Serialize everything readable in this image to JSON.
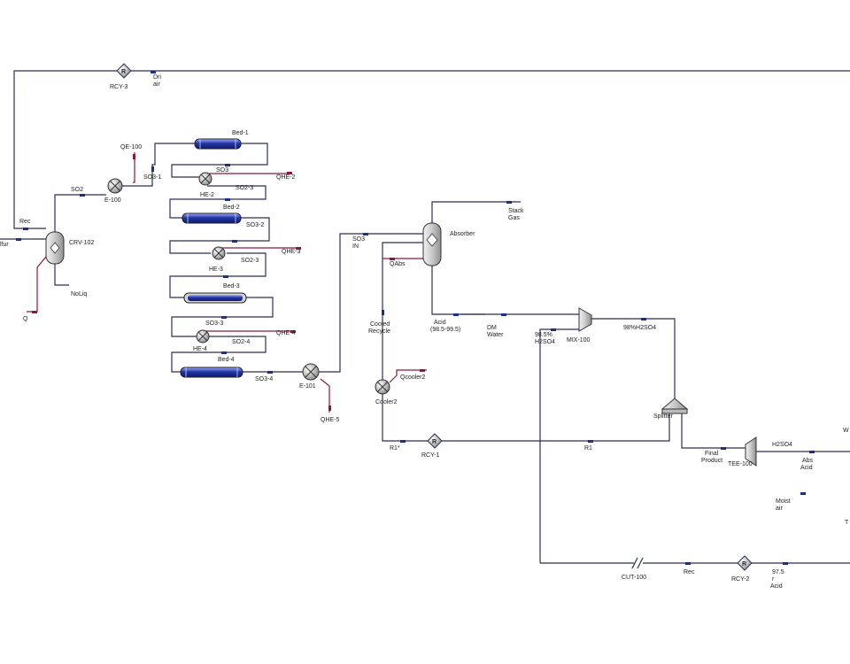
{
  "colors": {
    "material_stream": "#2b2f55",
    "energy_stream": "#8b1a3a",
    "reactor_fill": "#2436a8",
    "unit_gray": "#c8c8c8"
  },
  "units": {
    "rcy3": "RCY-3",
    "rcy1": "RCY-1",
    "rcy2": "RCY-2",
    "crv102": "CRV-102",
    "e100": "E-100",
    "e101": "E-101",
    "bed1": "Bed-1",
    "bed2": "Bed-2",
    "bed3": "Bed-3",
    "bed4": "Bed-4",
    "he2": "HE-2",
    "he3": "HE-3",
    "he4": "HE-4",
    "absorber": "Absorber",
    "mix100": "MIX-100",
    "splitter": "Splitter",
    "cooler2": "Cooler2",
    "tee100": "TEE-100",
    "cut100": "CUT-100"
  },
  "streams": {
    "dry_air_top": "Dri",
    "dry_air_bot": "air",
    "rec_left": "Rec",
    "sulfur": "lfur",
    "q": "Q",
    "noliq": "NoLiq",
    "so2": "SO2",
    "qe100": "QE-100",
    "so3_1": "SO3-1",
    "so3_top": "SO3",
    "qhe2": "QHE-2",
    "so2_3a": "SO2-3",
    "so3_2": "SO3-2",
    "so2_3b": "SO2-3",
    "qhe3": "QHE-3",
    "so3_3": "SO3-3",
    "so2_4": "SO2-4",
    "qhe4": "QHE-4",
    "so3_4": "SO3-4",
    "qhe5": "QHE-5",
    "so3in_top": "SO3",
    "so3in_bot": "IN",
    "qabs": "QAbs",
    "stack_top": "Stack",
    "stack_bot": "Gas",
    "cooled_top": "Cooled",
    "cooled_bot": "Recycle",
    "qcooler2": "Qcooler2",
    "r1_left": "R1*",
    "r1": "R1",
    "acid_top": "Acid",
    "acid_bot": "(98.5-99.5)",
    "dm_top": "DM",
    "dm_bot": "Water",
    "h2so4_98_top": "98.5%",
    "h2so4_98_bot": "H2SO4",
    "h2so4_98pct": "98%H2SO4",
    "final_top": "Final",
    "final_bot": "Product",
    "h2so4": "H2SO4",
    "abs_acid_top": "Abs",
    "abs_acid_bot": "Acid",
    "moist_top": "Moist",
    "moist_bot": "air",
    "rec_bottom": "Rec",
    "acid975_top": "97.5",
    "acid975_mid": "r",
    "acid975_bot": "Acid",
    "edge1": "W",
    "edge2": "T"
  }
}
